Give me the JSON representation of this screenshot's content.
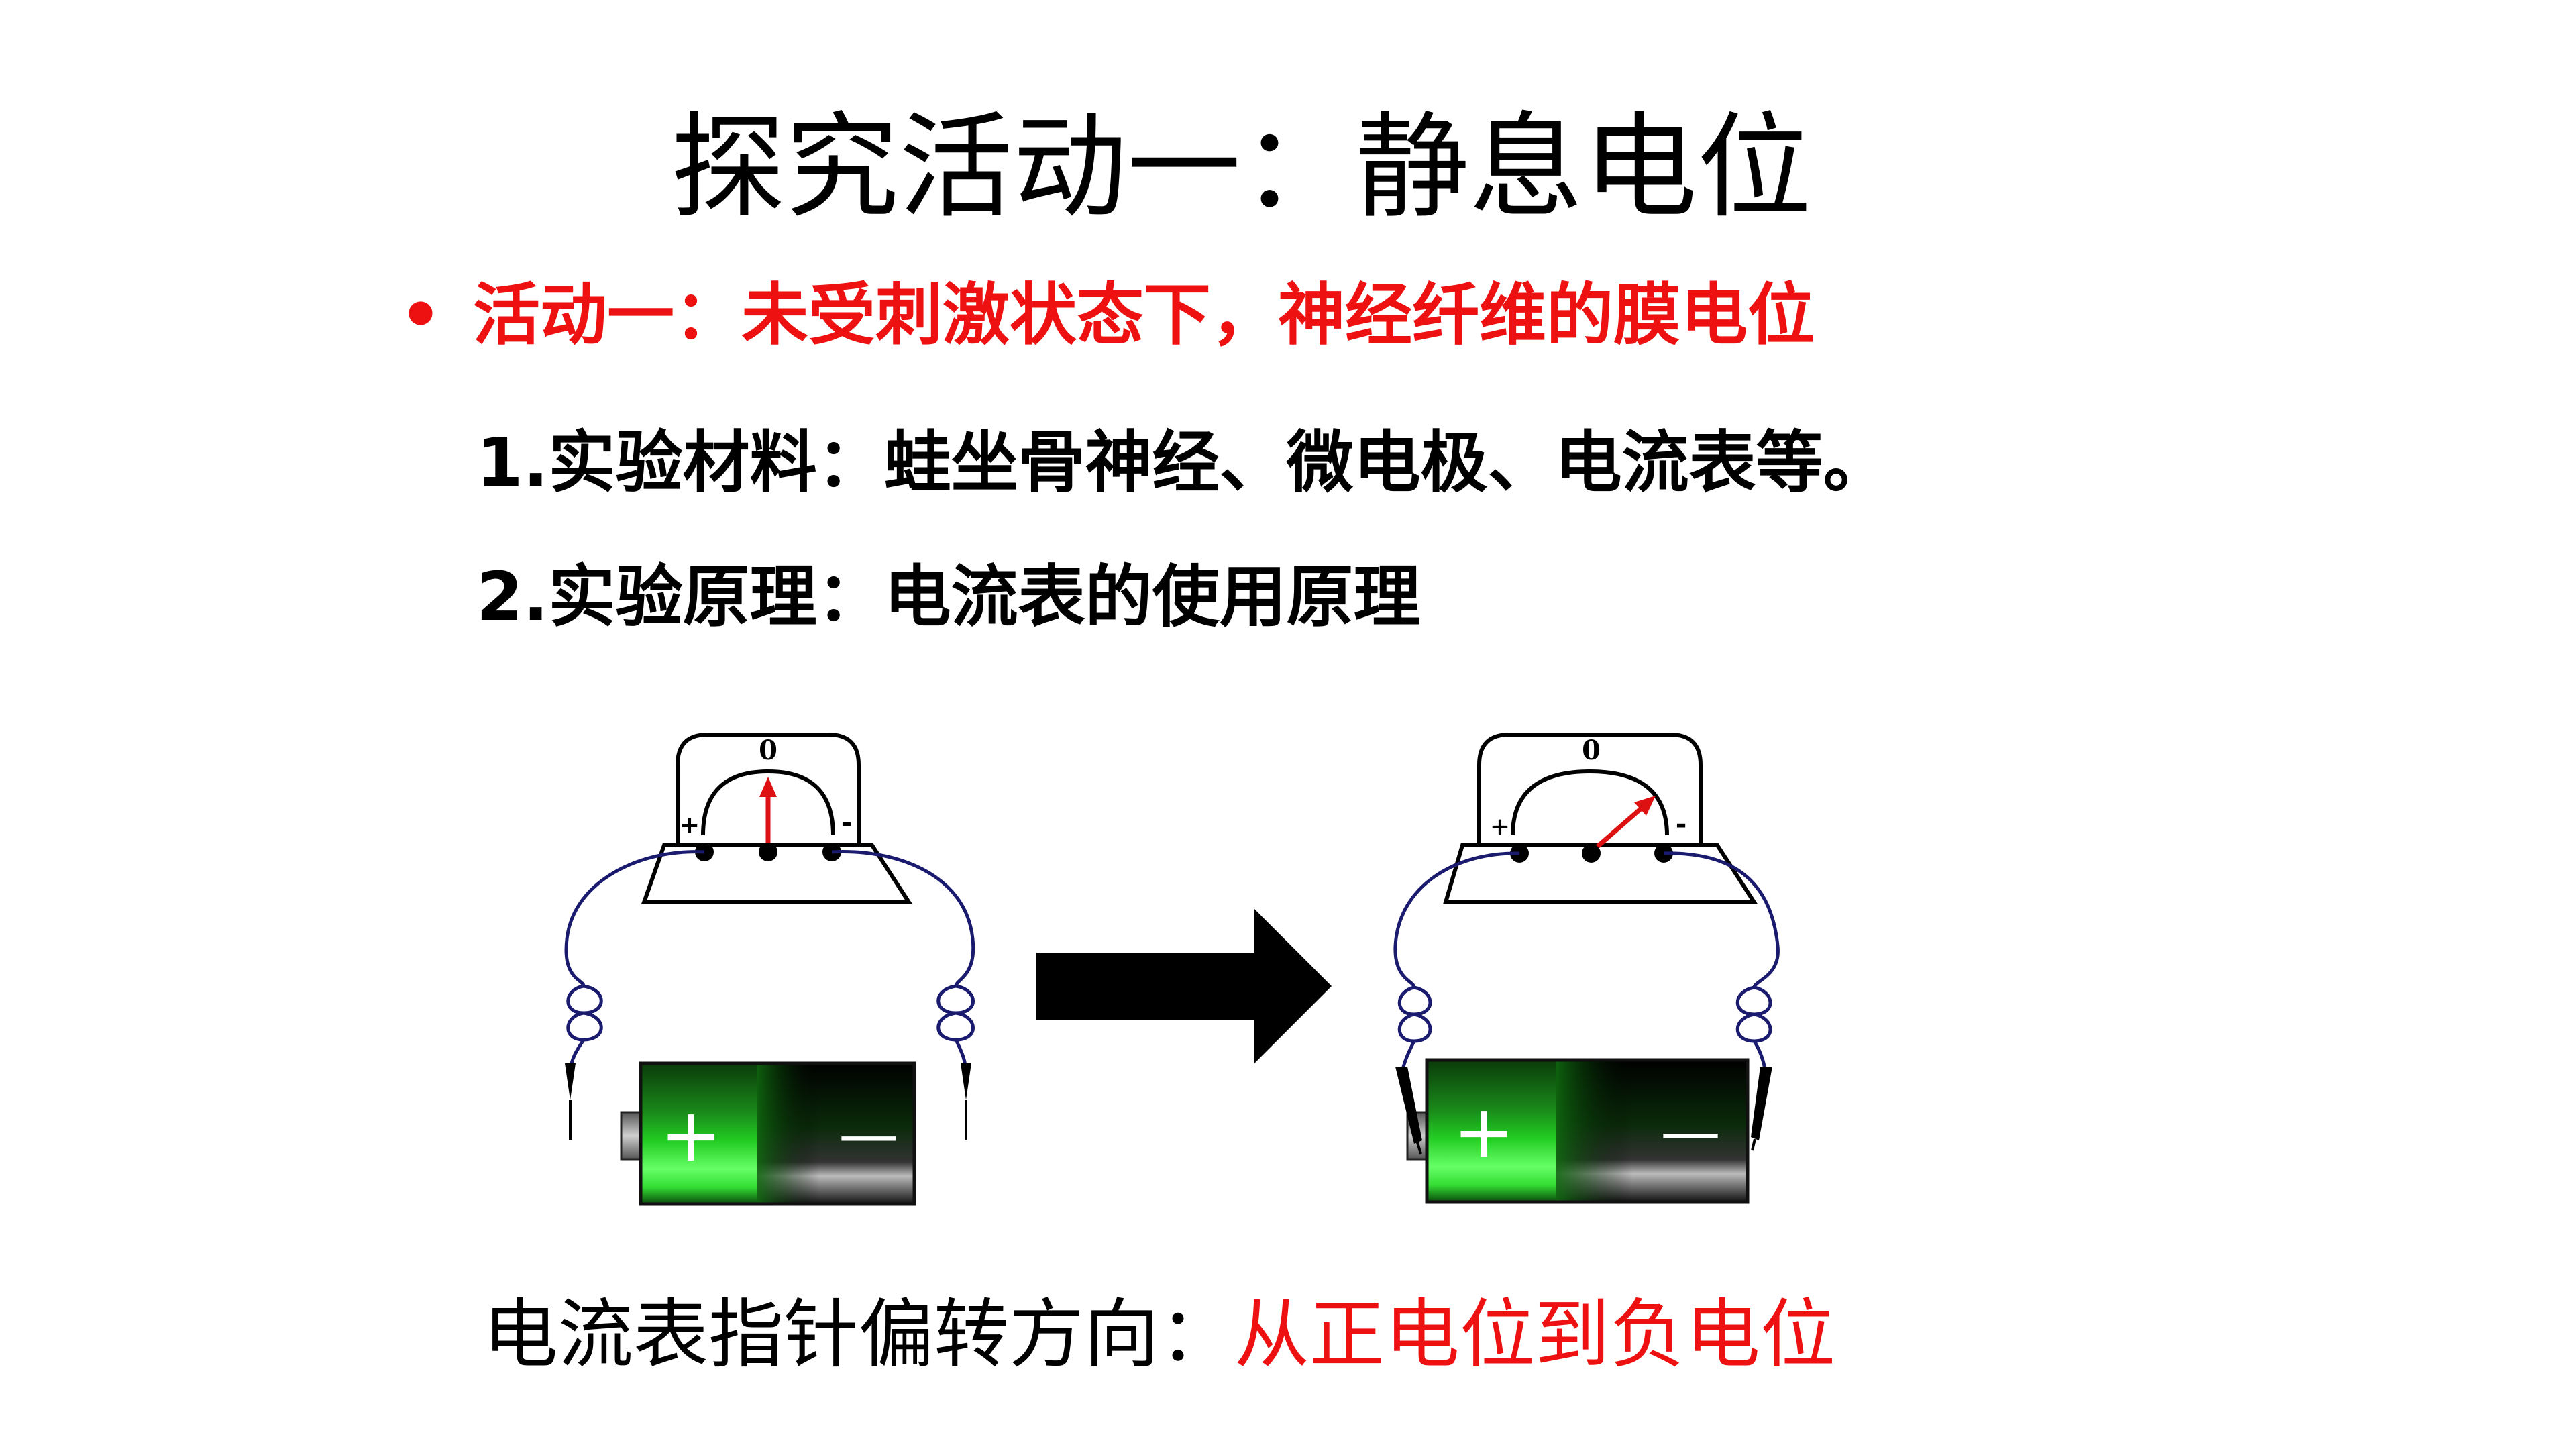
{
  "slide": {
    "title": "探究活动一：静息电位",
    "bullet": {
      "marker": "•",
      "text": "活动一：未受刺激状态下，神经纤维的膜电位"
    },
    "items": [
      "1.实验材料：蛙坐骨神经、微电极、电流表等。",
      "2.实验原理：电流表的使用原理"
    ],
    "figure": {
      "left_meter": {
        "zero_label": "0",
        "plus_label": "+",
        "minus_label": "-"
      },
      "right_meter": {
        "zero_label": "0",
        "plus_label": "+",
        "minus_label": "-"
      },
      "left_battery": {
        "plus_label": "+",
        "minus_label": "—"
      },
      "right_battery": {
        "plus_label": "+",
        "minus_label": "—"
      }
    },
    "caption": {
      "prefix": "电流表指针偏转方向：",
      "highlight": "从正电位到负电位"
    }
  },
  "colors": {
    "highlight_red": "#ee1111",
    "needle_red": "#dd1111",
    "wire_blue": "#1a1a6e",
    "battery_green": "#22cc22"
  }
}
